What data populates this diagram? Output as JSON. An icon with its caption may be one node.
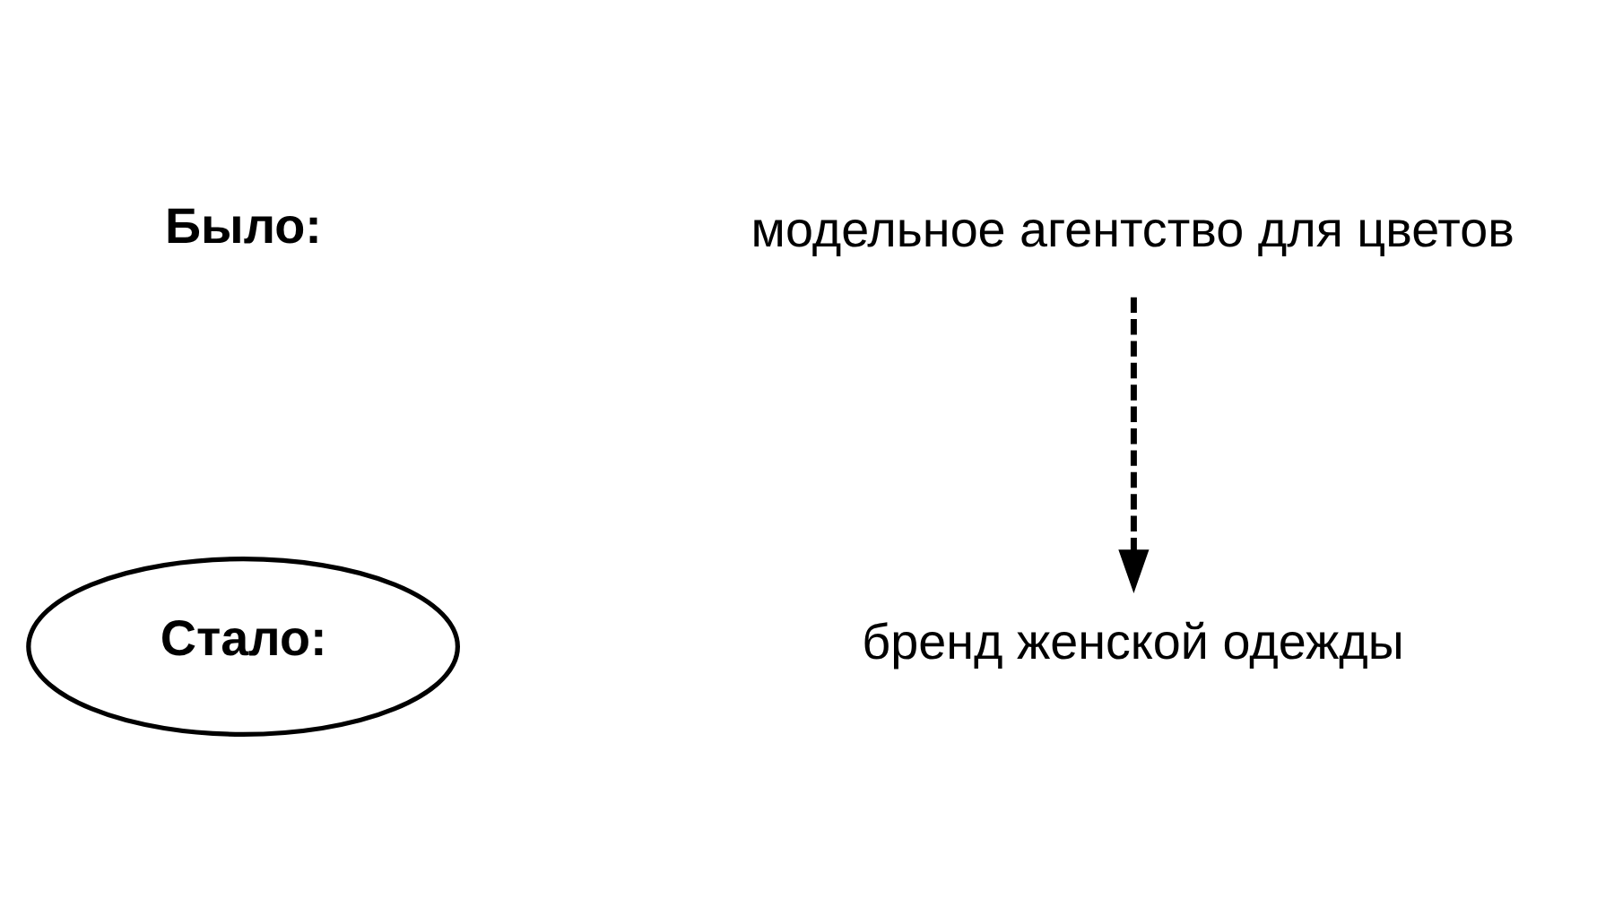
{
  "diagram": {
    "nodes": [
      {
        "text": [
          "модельное агентство для цветов"
        ]
      },
      {
        "text": [
          "Стало:"
        ]
      },
      {
        "text": [
          "бренд женской одежды"
        ]
      }
    ],
    "edges": [
      {
        "from": 0,
        "to": 2,
        "arrow": "to",
        "style": "dashed"
      }
    ],
    "labels": [
      "Было:"
    ]
  }
}
